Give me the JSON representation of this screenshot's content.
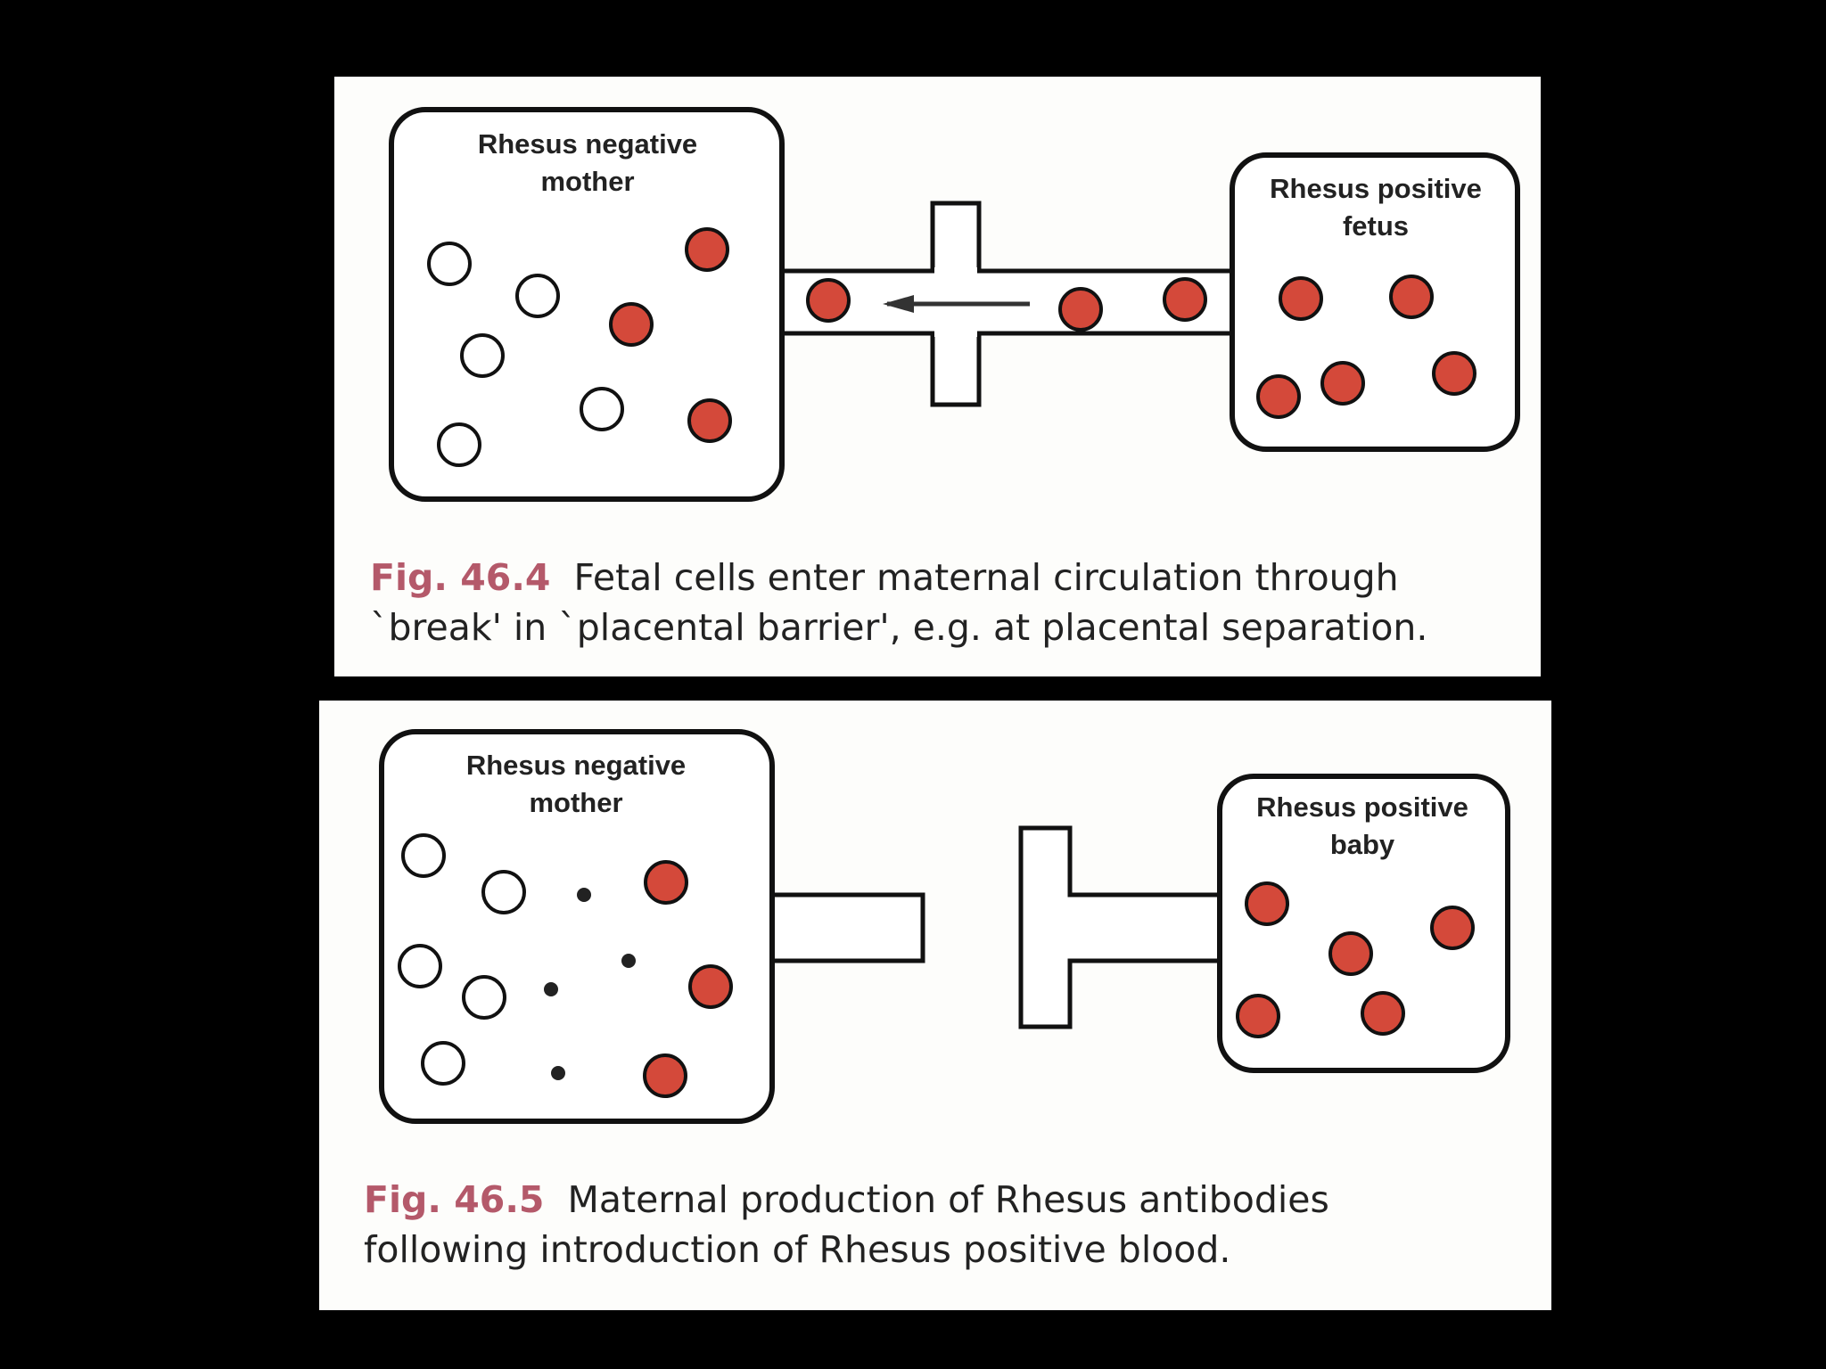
{
  "figures": [
    {
      "mother_label": [
        "Rhesus negative",
        "mother"
      ],
      "fetus_label": [
        "Rhesus positive",
        "fetus"
      ],
      "caption_fig": "Fig. 46.4",
      "caption_text_1": "Fetal cells enter maternal circulation through",
      "caption_text_2": "`break' in `placental barrier', e.g. at placental separation."
    },
    {
      "mother_label": [
        "Rhesus negative",
        "mother"
      ],
      "baby_label": [
        "Rhesus positive",
        "baby"
      ],
      "caption_fig": "Fig. 46.5",
      "caption_text_1": "Maternal production of Rhesus antibodies",
      "caption_text_2": "following introduction of Rhesus positive blood."
    }
  ],
  "colors": {
    "rh_positive_cell": "#d4493a",
    "rh_negative_cell": "#ffffff",
    "antibody": "#222222",
    "caption_fig": "#b4596a"
  }
}
